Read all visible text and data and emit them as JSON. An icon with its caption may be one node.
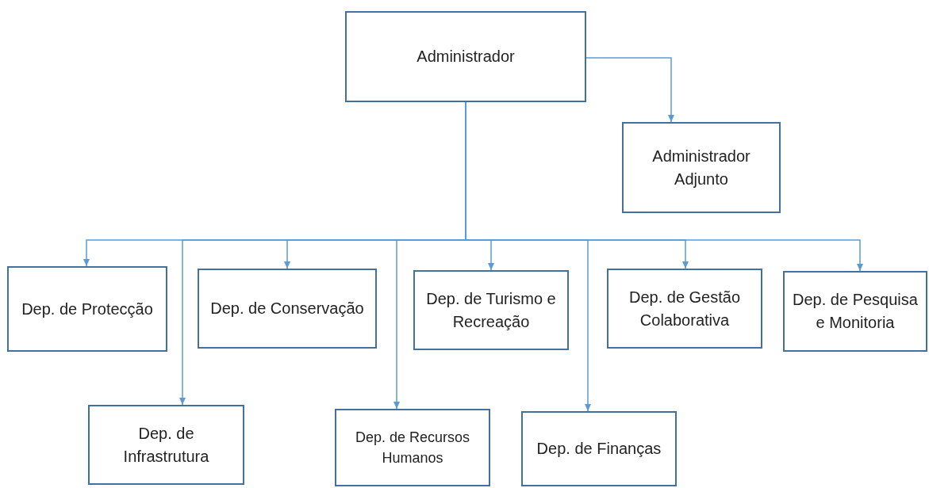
{
  "diagram": {
    "nodes": [
      {
        "text": [
          "Administrador"
        ]
      },
      {
        "text": [
          "Administrador Adjunto"
        ]
      },
      {
        "text": [
          "Dep. de Protecção"
        ]
      },
      {
        "text": [
          "Dep. de Conservação"
        ]
      },
      {
        "text": [
          "Dep. de Turismo e Recreação"
        ]
      },
      {
        "text": [
          "Dep. de Gestão Colaborativa"
        ]
      },
      {
        "text": [
          "Dep. de Pesquisa e Monitoria"
        ]
      },
      {
        "text": [
          "Dep. de Infrastrutura"
        ]
      },
      {
        "text": [
          "Dep. de Recursos Humanos"
        ]
      },
      {
        "text": [
          "Dep. de Finanças"
        ]
      }
    ],
    "edges": [
      {
        "from": 0,
        "to": 1,
        "arrow": "to"
      },
      {
        "from": 0,
        "to": 2,
        "arrow": "to"
      },
      {
        "from": 0,
        "to": 3,
        "arrow": "to"
      },
      {
        "from": 0,
        "to": 4,
        "arrow": "to"
      },
      {
        "from": 0,
        "to": 5,
        "arrow": "to"
      },
      {
        "from": 0,
        "to": 6,
        "arrow": "to"
      },
      {
        "from": 0,
        "to": 7,
        "arrow": "to"
      },
      {
        "from": 0,
        "to": 8,
        "arrow": "to"
      },
      {
        "from": 0,
        "to": 9,
        "arrow": "to"
      }
    ]
  }
}
